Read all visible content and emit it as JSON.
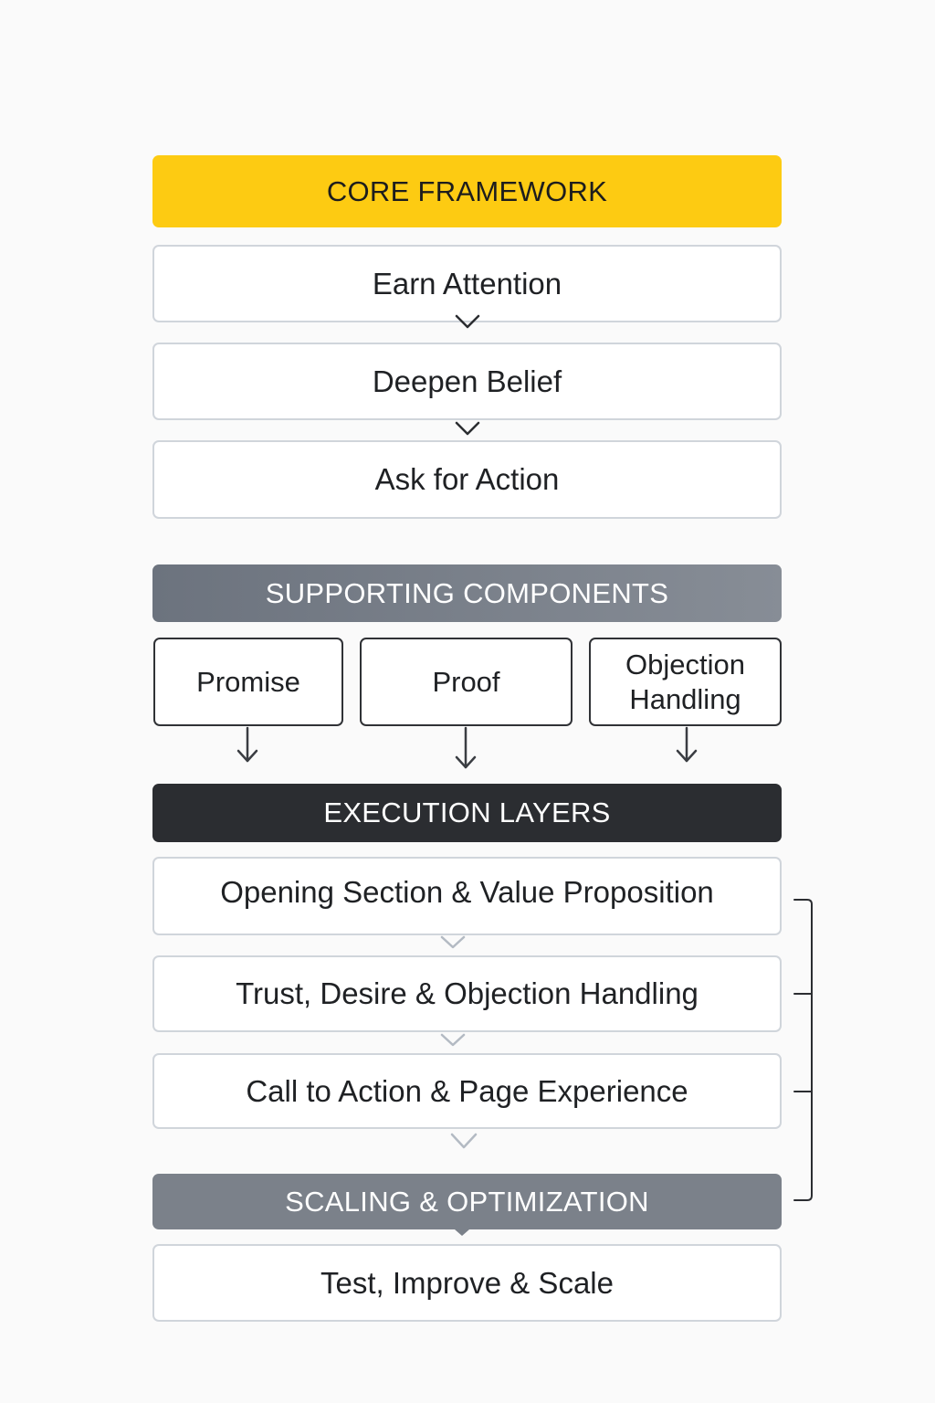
{
  "core": {
    "title": "CORE FRAMEWORK",
    "steps": [
      "Earn Attention",
      "Deepen Belief",
      "Ask for Action"
    ]
  },
  "supporting": {
    "title": "SUPPORTING COMPONENTS",
    "items": [
      "Promise",
      "Proof",
      "Objection Handling"
    ]
  },
  "execution": {
    "title": "EXECUTION LAYERS",
    "steps": [
      "Opening Section & Value Proposition",
      "Trust, Desire & Objection Handling",
      "Call to Action & Page Experience"
    ]
  },
  "scaling": {
    "title": "SCALING & OPTIMIZATION",
    "steps": [
      "Test, Improve & Scale"
    ]
  },
  "colors": {
    "core": "#fdcb12",
    "supporting": "#787e88",
    "execution": "#2b2d31",
    "scaling": "#7b818a"
  }
}
